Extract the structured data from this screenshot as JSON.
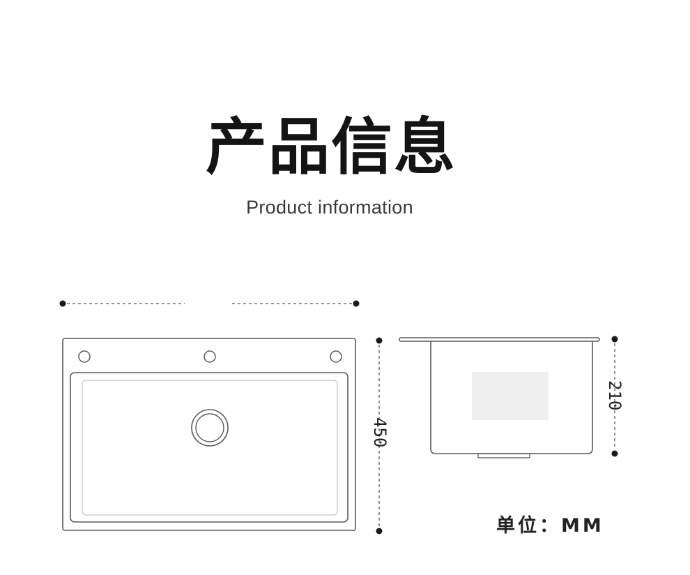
{
  "header": {
    "title": "产品信息",
    "subtitle": "Product information"
  },
  "dimensions": {
    "depth": "450",
    "height": "210"
  },
  "footer": {
    "unit_label": "单位：MM"
  },
  "colors": {
    "line": "#555555",
    "text": "#1a1a1a",
    "label_panel": "#efefef"
  }
}
